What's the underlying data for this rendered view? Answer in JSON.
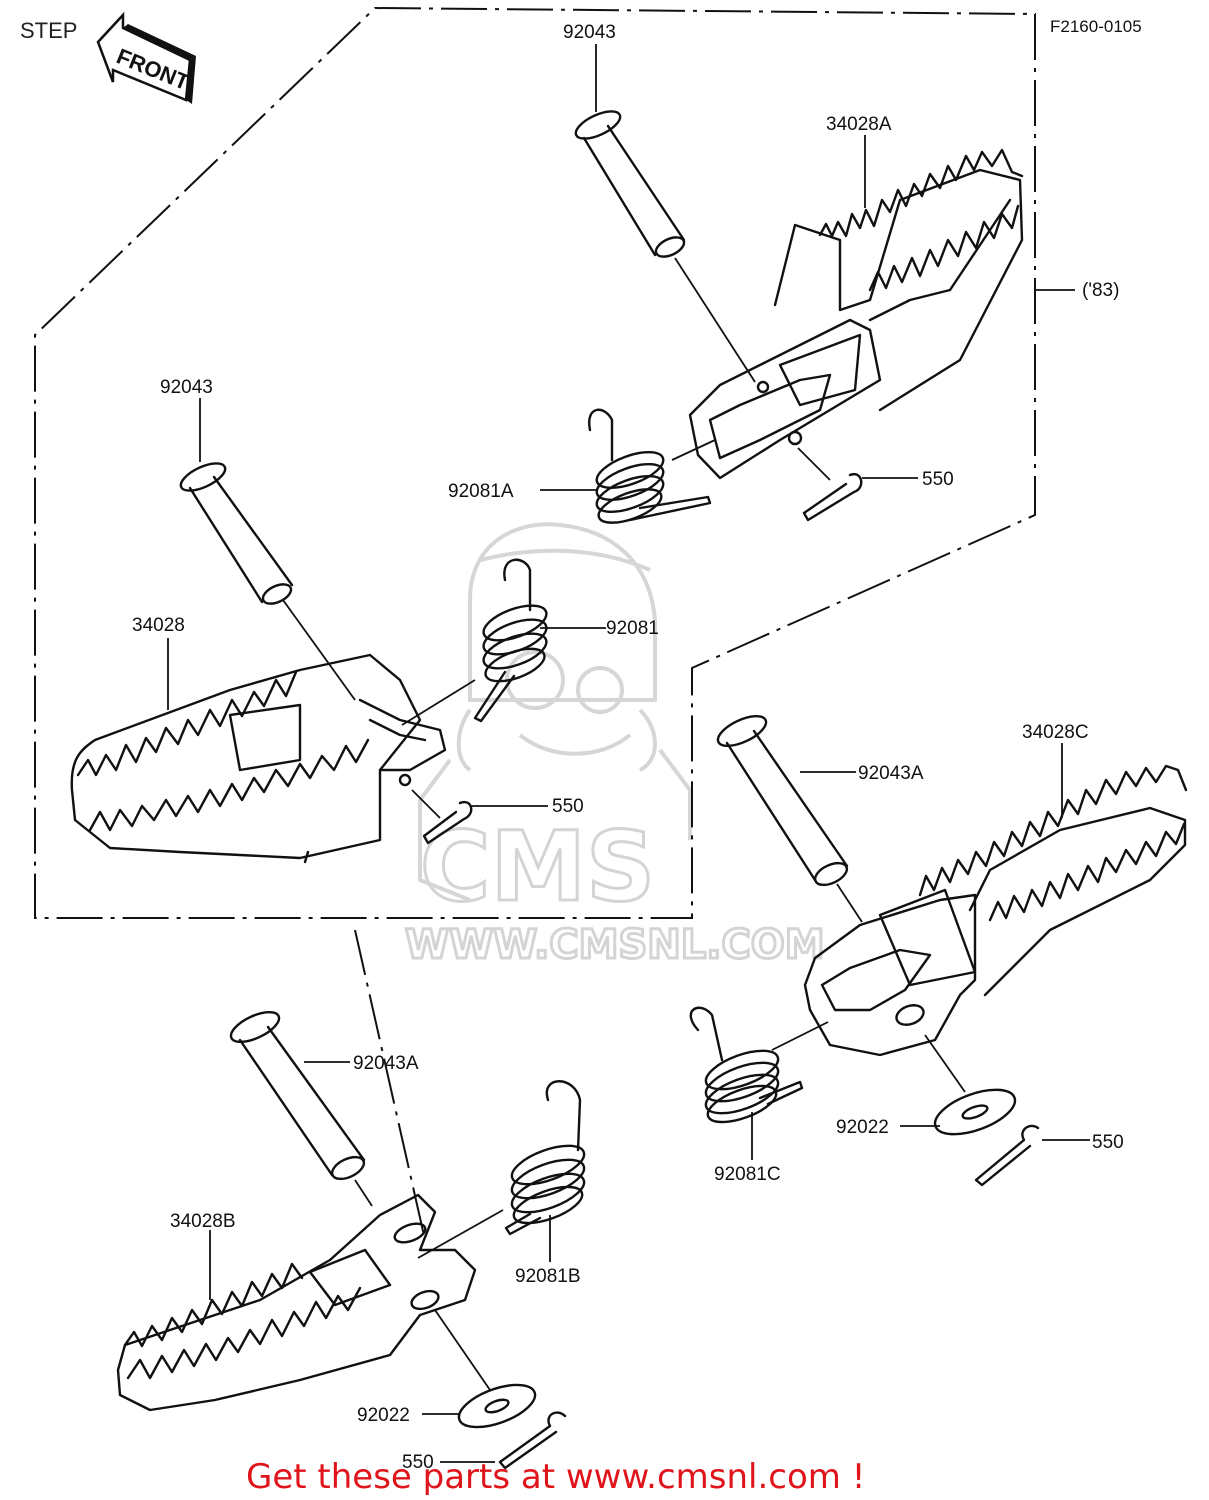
{
  "diagram": {
    "section_title": "STEP",
    "figure_code": "F2160-0105",
    "front_arrow_text": "FRONT",
    "year_note": "('83)",
    "watermark_logo": "CMS",
    "watermark_url": "WWW.CMSNL.COM",
    "footer_text": "Get these parts at www.cmsnl.com !",
    "accent_color": "#e0141b",
    "labels": {
      "pin_top": "92043",
      "step_top": "34028A",
      "spring_top": "92081A",
      "cotter_top": "550",
      "pin_left": "92043",
      "step_left": "34028",
      "spring_left": "92081",
      "cotter_left": "550",
      "pin_right": "92043A",
      "step_right": "34028C",
      "washer_right": "92022",
      "cotter_right": "550",
      "spring_right": "92081C",
      "pin_bottom": "92043A",
      "step_bottom": "34028B",
      "spring_bottom": "92081B",
      "washer_bottom": "92022",
      "cotter_bottom": "550"
    }
  }
}
